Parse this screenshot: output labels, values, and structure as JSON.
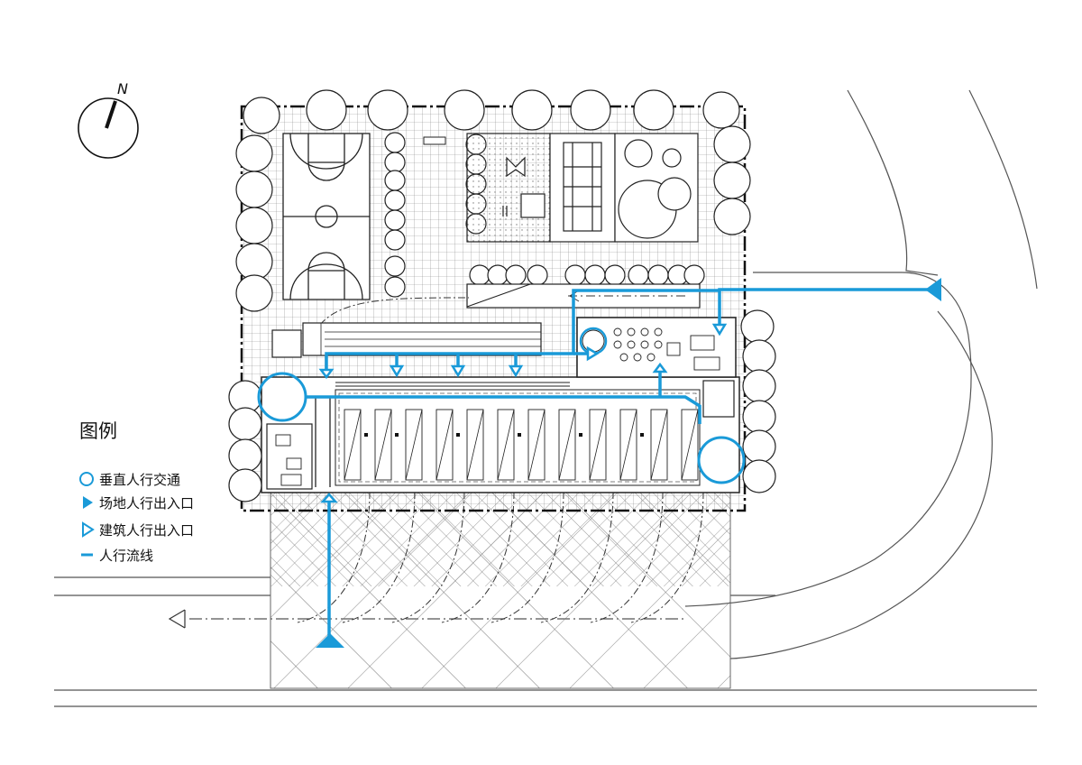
{
  "compass": {
    "north_label": "N",
    "icon": "north-arrow-icon"
  },
  "legend": {
    "title": "图例",
    "items": [
      {
        "label": "垂直人行交通",
        "icon": "circle-outline-icon"
      },
      {
        "label": "场地人行出入口",
        "icon": "filled-triangle-icon"
      },
      {
        "label": "建筑人行出入口",
        "icon": "outline-triangle-icon"
      },
      {
        "label": "人行流线",
        "icon": "dash-line-icon"
      }
    ]
  },
  "colors": {
    "accent": "#1a9ad8",
    "line": "#222222",
    "grid": "#8a8a8a",
    "background": "#ffffff"
  }
}
